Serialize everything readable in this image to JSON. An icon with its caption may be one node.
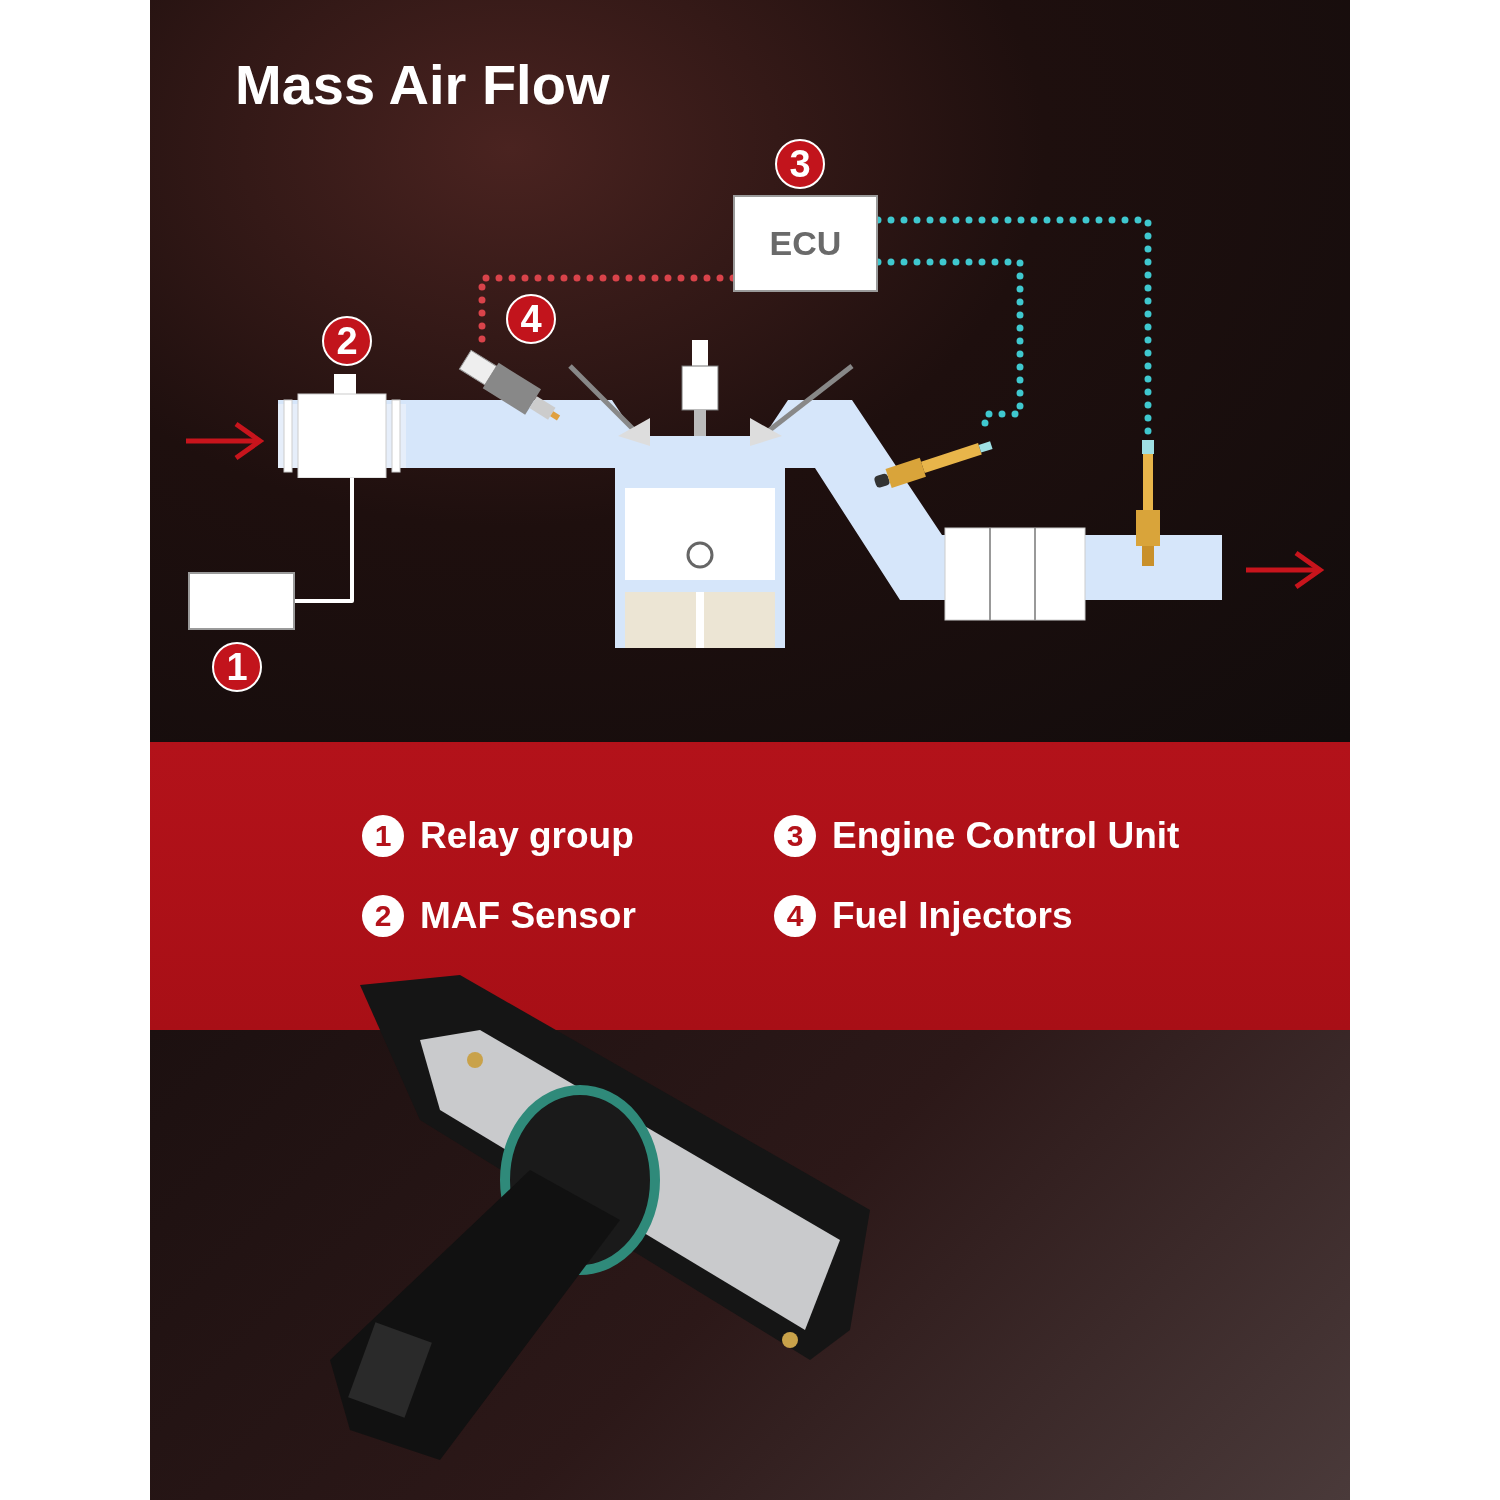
{
  "diagram": {
    "title": "Mass Air Flow",
    "nodes": [
      {
        "text": [],
        "shape": "box",
        "beside": [
          "1"
        ]
      },
      {
        "text": [],
        "shape": "picture",
        "beside": [
          "2"
        ]
      },
      {
        "text": [
          "ECU"
        ],
        "beside": [
          "3"
        ]
      },
      {
        "text": [],
        "shape": "picture",
        "beside": [
          "4"
        ]
      },
      {
        "text": [],
        "shape": "picture"
      },
      {
        "text": [],
        "shape": "picture"
      }
    ],
    "edges": [
      {
        "from": 0,
        "to": 1,
        "arrow": "none",
        "color": "#ffffff"
      },
      {
        "from": 2,
        "to": 3,
        "arrow": "none",
        "style": "dashed",
        "color": "#d9434a"
      },
      {
        "from": 2,
        "to": 5,
        "arrow": "none",
        "style": "dashed"
      },
      {
        "from": 2,
        "to": 4,
        "arrow": "none",
        "style": "dashed"
      }
    ],
    "labels": [
      "1",
      "Relay group",
      "3",
      "Engine Control Unit",
      "2",
      "MAF Sensor",
      "4",
      "Fuel Injectors"
    ]
  }
}
